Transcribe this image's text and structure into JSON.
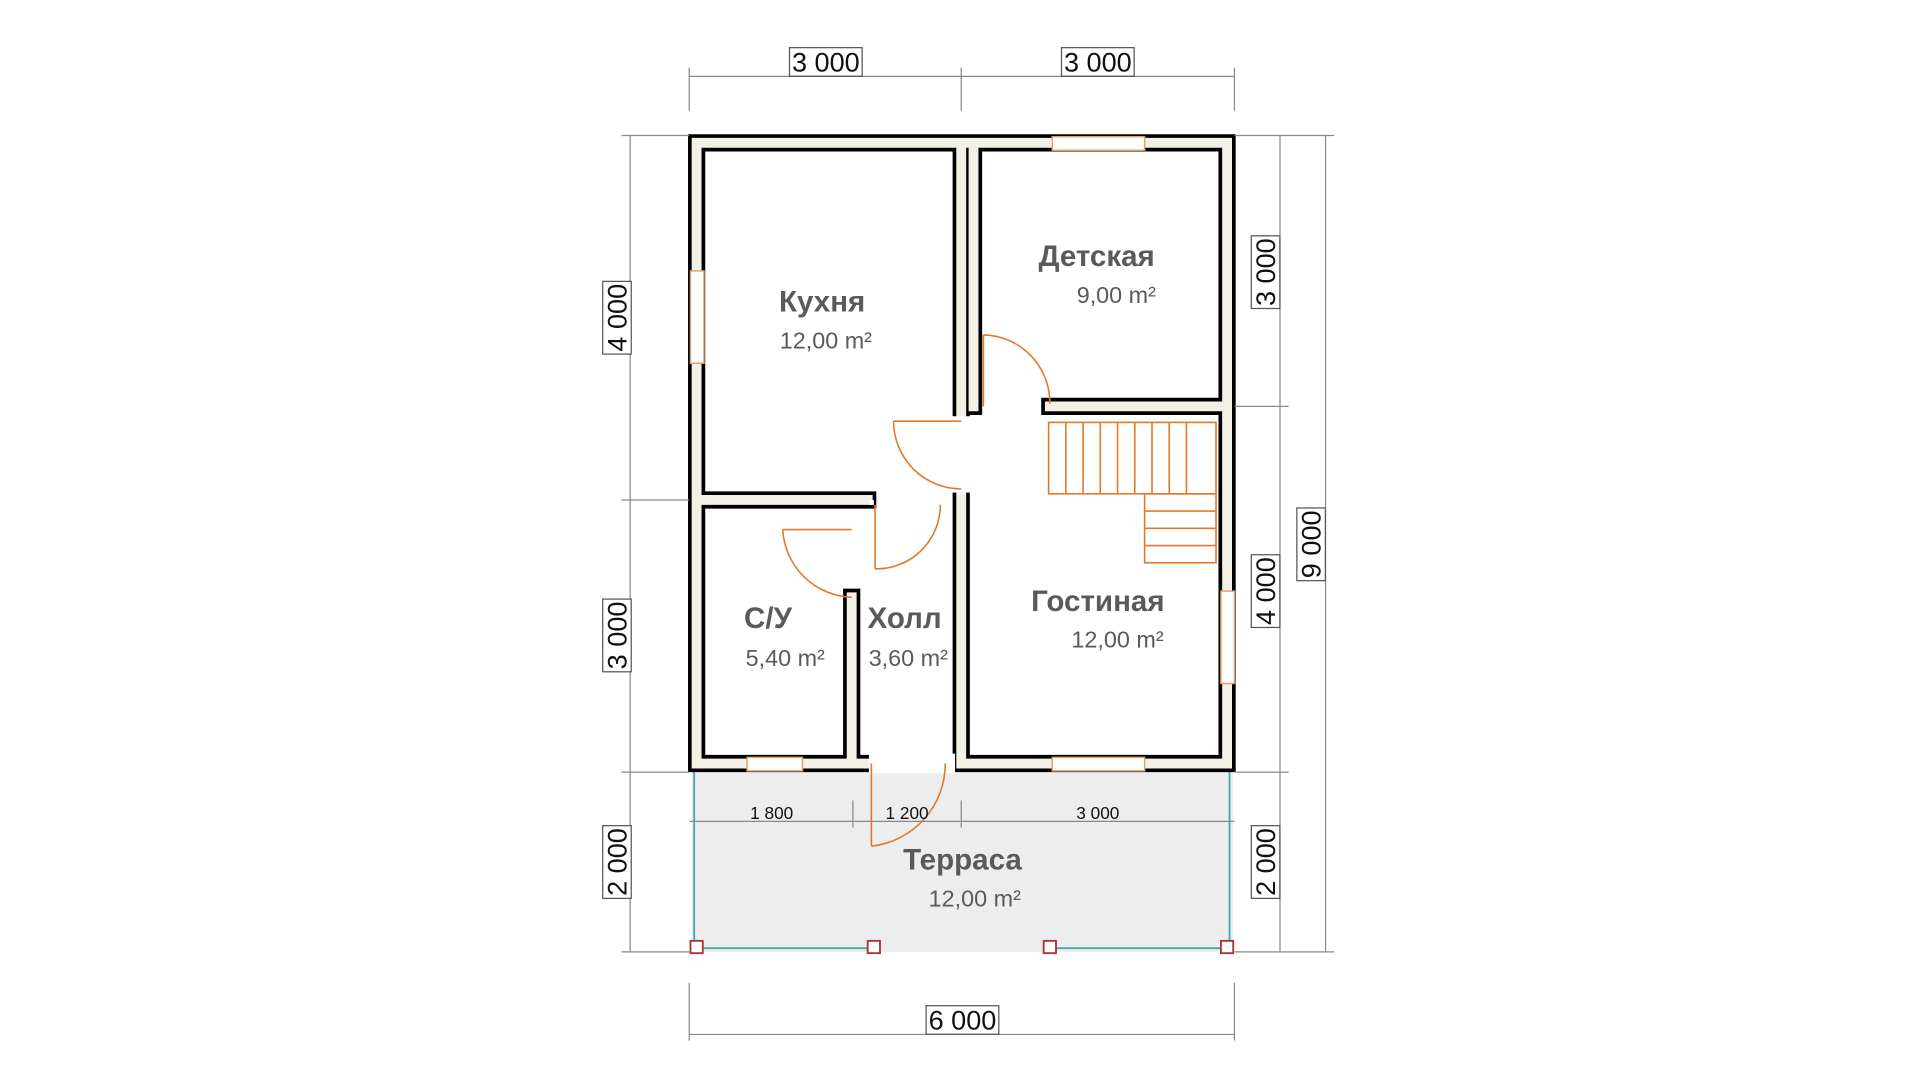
{
  "rooms": [
    {
      "name": "Кухня",
      "area": "12,00 m²"
    },
    {
      "name": "Детская",
      "area": "9,00 m²"
    },
    {
      "name": "С/У",
      "area": "5,40 m²"
    },
    {
      "name": "Холл",
      "area": "3,60 m²"
    },
    {
      "name": "Гостиная",
      "area": "12,00 m²"
    },
    {
      "name": "Терраса",
      "area": "12,00 m²"
    }
  ],
  "dimensions": {
    "top": [
      "3 000",
      "3 000"
    ],
    "left": [
      "4 000",
      "3 000",
      "2 000"
    ],
    "right_inner": [
      "3 000",
      "4 000",
      "2 000"
    ],
    "right_total": "9 000",
    "terrace": [
      "1 800",
      "1 200",
      "3 000"
    ],
    "bottom": "6 000"
  },
  "colors": {
    "wall_fill": "#f3f0e6",
    "door": "#e07a2a",
    "terrace": "#ededed"
  }
}
